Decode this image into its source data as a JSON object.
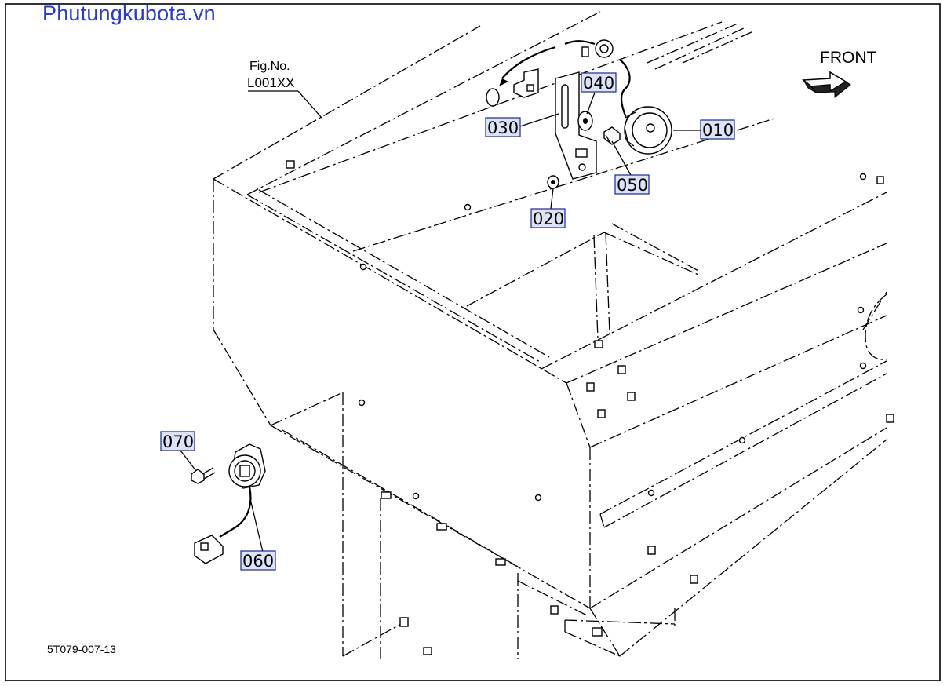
{
  "watermark": "Phutungkubota.vn",
  "fig_label": {
    "line1": "Fig.No.",
    "line2": "L001XX"
  },
  "front_label": "FRONT",
  "drawing_code": "5T079-007-13",
  "callouts": [
    {
      "id": "010",
      "label": "010"
    },
    {
      "id": "020",
      "label": "020"
    },
    {
      "id": "030",
      "label": "030"
    },
    {
      "id": "040",
      "label": "040"
    },
    {
      "id": "050",
      "label": "050"
    },
    {
      "id": "060",
      "label": "060"
    },
    {
      "id": "070",
      "label": "070"
    }
  ],
  "colors": {
    "watermark": "#2a3ad0",
    "callout_fill": "#dde3f6",
    "callout_border": "#1a2a8a",
    "line": "#000000"
  }
}
